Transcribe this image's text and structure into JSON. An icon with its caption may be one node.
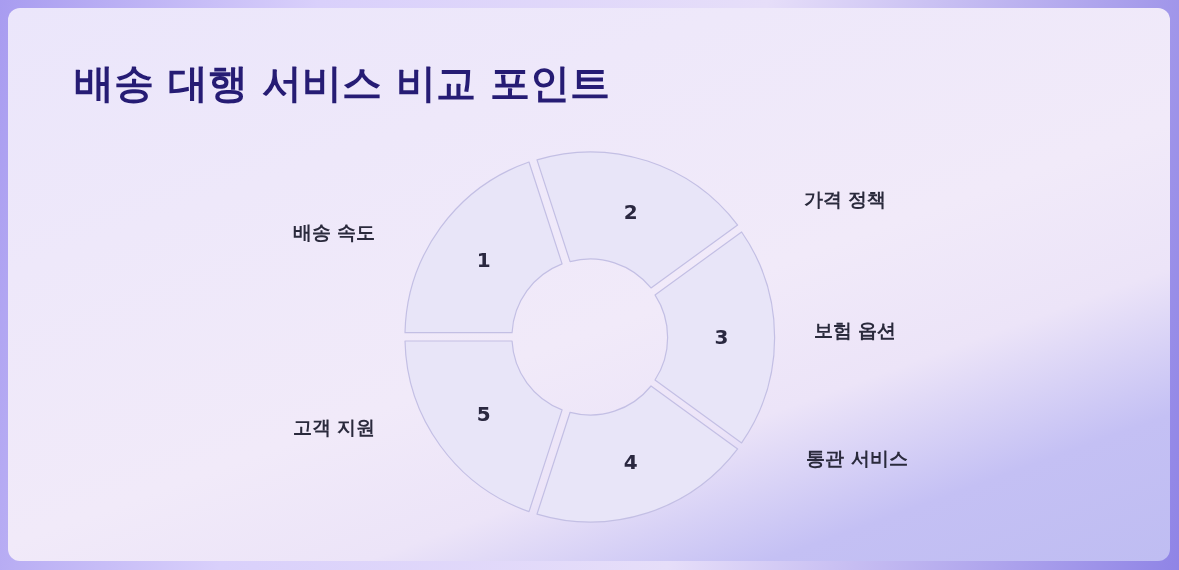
{
  "diagram": {
    "title": "배송 대행 서비스 비교 포인트",
    "nodes": [
      {
        "text": [
          "1"
        ]
      },
      {
        "text": [
          "2"
        ]
      },
      {
        "text": [
          "3"
        ]
      },
      {
        "text": [
          "4"
        ]
      },
      {
        "text": [
          "5"
        ]
      }
    ],
    "labels": [
      "배송 속도",
      "가격 정책",
      "보험 옵션",
      "고객 지원",
      "통관 서비스"
    ]
  }
}
